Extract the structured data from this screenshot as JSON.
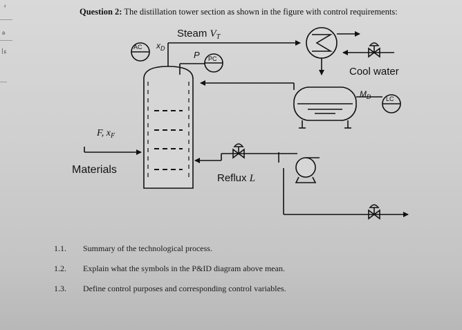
{
  "margin": {
    "mark1": "ب‍",
    "mark2": "ہ",
    "mark3": "ءا"
  },
  "question": {
    "label": "Question 2:",
    "text": "The distillation tower section as shown in the figure with control requirements:"
  },
  "diagram": {
    "steam_label": "Steam",
    "steam_var": "V",
    "steam_sub": "T",
    "ac_tag": "AC",
    "xd_var": "x",
    "xd_sub": "D",
    "p_label": "P",
    "pc_tag": "PC",
    "cool_water_label": "Cool water",
    "md_var": "M",
    "md_sub": "D",
    "lc_tag": "LC",
    "feed_var": "F, x",
    "feed_sub": "F",
    "materials_label": "Materials",
    "reflux_label": "Reflux",
    "reflux_var": "L"
  },
  "items": [
    {
      "num": "1.1.",
      "text": "Summary of the technological process."
    },
    {
      "num": "1.2.",
      "text": "Explain what the symbols in the P&ID diagram above mean."
    },
    {
      "num": "1.3.",
      "text": "Define control purposes and corresponding control variables."
    }
  ]
}
